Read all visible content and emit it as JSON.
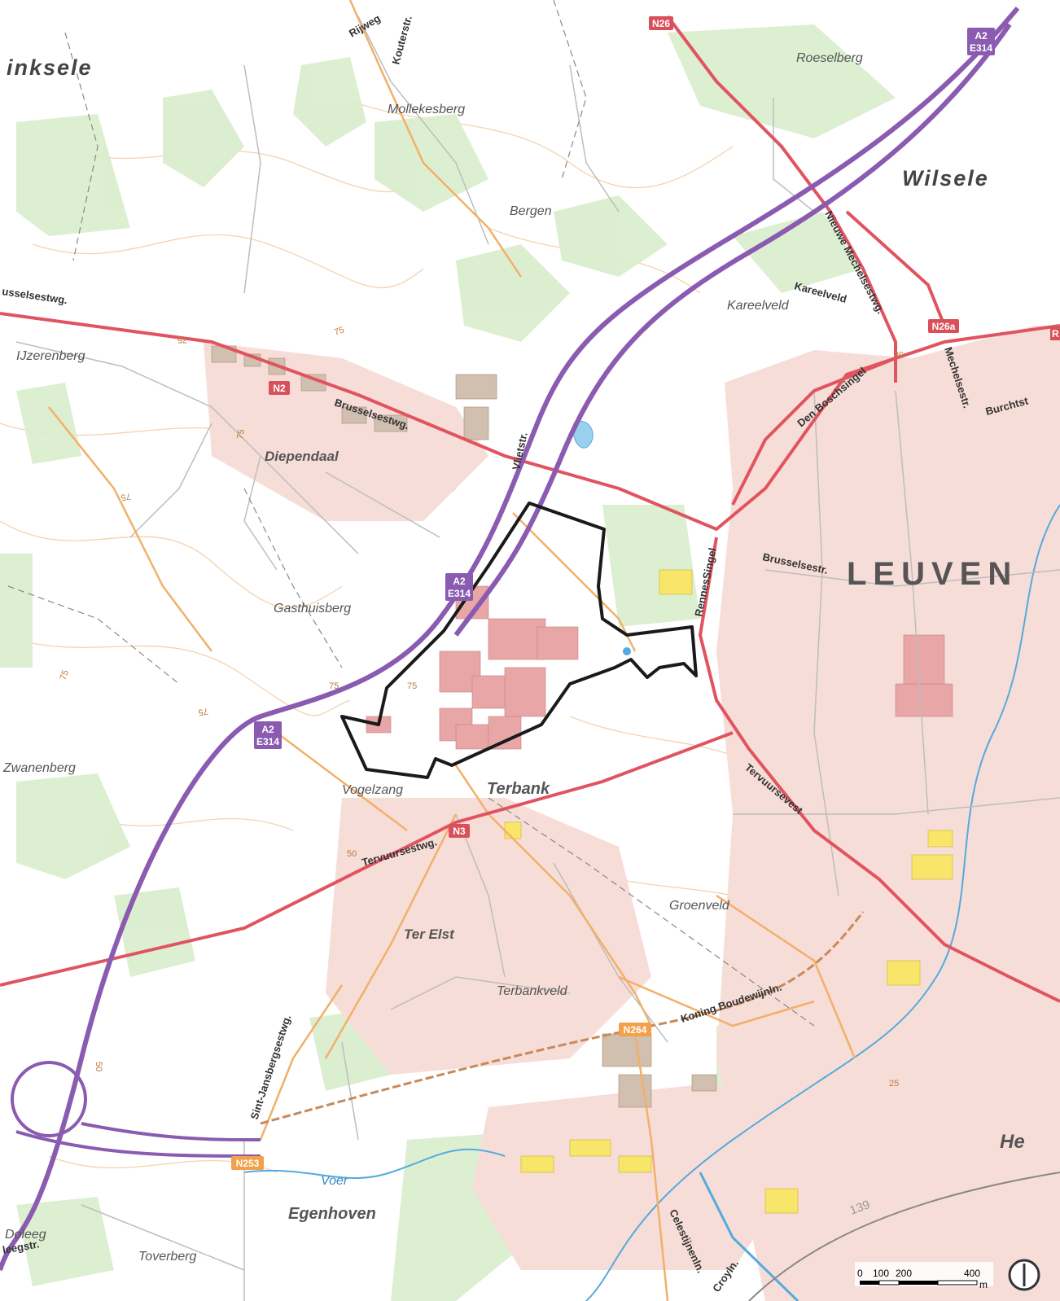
{
  "places": {
    "major": [
      {
        "id": "kampenhout",
        "label": "inksele"
      },
      {
        "id": "wilsele",
        "label": "Wilsele"
      }
    ],
    "city": {
      "label": "LEUVEN"
    },
    "mid": [
      {
        "id": "diependaal",
        "label": "Diependaal"
      },
      {
        "id": "terbank",
        "label": "Terbank"
      },
      {
        "id": "ter-elst",
        "label": "Ter Elst"
      },
      {
        "id": "egenhoven",
        "label": "Egenhoven"
      },
      {
        "id": "he",
        "label": "He"
      }
    ],
    "minor": [
      {
        "id": "roeselberg",
        "label": "Roeselberg"
      },
      {
        "id": "mollekesberg",
        "label": "Mollekesberg"
      },
      {
        "id": "bergen",
        "label": "Bergen"
      },
      {
        "id": "kareelveld",
        "label": "Kareelveld"
      },
      {
        "id": "ijzerenberg",
        "label": "IJzerenberg"
      },
      {
        "id": "gasthuisberg",
        "label": "Gasthuisberg"
      },
      {
        "id": "zwanenberg",
        "label": "Zwanenberg"
      },
      {
        "id": "vogelzang",
        "label": "Vogelzang"
      },
      {
        "id": "groenveld",
        "label": "Groenveld"
      },
      {
        "id": "terbankveld",
        "label": "Terbankveld"
      },
      {
        "id": "toverberg",
        "label": "Toverberg"
      },
      {
        "id": "doleeg",
        "label": "Doleeg"
      }
    ]
  },
  "streets": [
    {
      "id": "rijweg",
      "label": "Rijweg"
    },
    {
      "id": "kouterstr",
      "label": "Kouterstr."
    },
    {
      "id": "brusselsestwg-west",
      "label": "usselsestwg."
    },
    {
      "id": "brusselsestwg",
      "label": "Brusselsestwg."
    },
    {
      "id": "vlietstr",
      "label": "Vlietstr."
    },
    {
      "id": "nieuwe-mechelsestwg",
      "label": "Nieuwe Mechelsestwg."
    },
    {
      "id": "kareelveld-st",
      "label": "Kareelveld"
    },
    {
      "id": "den-boschsingel",
      "label": "Den Boschsingel"
    },
    {
      "id": "mechelsestr",
      "label": "Mechelsestr."
    },
    {
      "id": "burchtstr",
      "label": "Burchtst"
    },
    {
      "id": "brusselsestr",
      "label": "Brusselsestr."
    },
    {
      "id": "rennessingel",
      "label": "RennesSingel"
    },
    {
      "id": "tervuursevest",
      "label": "Tervuursevest"
    },
    {
      "id": "tervuursestwg",
      "label": "Tervuursestwg."
    },
    {
      "id": "koning-boudewijnln",
      "label": "Koning Boudewijnln."
    },
    {
      "id": "sint-jansbergsestwg",
      "label": "Sint-Jansbergsestwg."
    },
    {
      "id": "celestijnenln",
      "label": "Celestijnenln."
    },
    {
      "id": "croyln",
      "label": "Croyln."
    },
    {
      "id": "leegstr",
      "label": "leegstr."
    },
    {
      "id": "voer",
      "label": "Voer"
    }
  ],
  "contours": [
    {
      "id": "c75-a",
      "label": "75"
    },
    {
      "id": "c75-b",
      "label": "75"
    },
    {
      "id": "c75-c",
      "label": "75"
    },
    {
      "id": "c75-d",
      "label": "75"
    },
    {
      "id": "c75-e",
      "label": "75"
    },
    {
      "id": "c75-f",
      "label": "75"
    },
    {
      "id": "c75-g",
      "label": "75"
    },
    {
      "id": "c75-h",
      "label": "75"
    },
    {
      "id": "c50-a",
      "label": "50"
    },
    {
      "id": "c50-b",
      "label": "50"
    },
    {
      "id": "c50-c",
      "label": "50"
    },
    {
      "id": "c25-a",
      "label": "25"
    },
    {
      "id": "c139",
      "label": "139"
    }
  ],
  "shields": [
    {
      "id": "n26",
      "label": "N26",
      "kind": "national"
    },
    {
      "id": "a2-ne",
      "label": "A2\nE314",
      "kind": "motorway"
    },
    {
      "id": "n26a",
      "label": "N26a",
      "kind": "national"
    },
    {
      "id": "n2",
      "label": "N2",
      "kind": "national"
    },
    {
      "id": "a2-mid",
      "label": "A2\nE314",
      "kind": "motorway"
    },
    {
      "id": "a2-sw",
      "label": "A2\nE314",
      "kind": "motorway"
    },
    {
      "id": "n3",
      "label": "N3",
      "kind": "national"
    },
    {
      "id": "n264",
      "label": "N264",
      "kind": "regional"
    },
    {
      "id": "n253",
      "label": "N253",
      "kind": "regional"
    },
    {
      "id": "r-edge",
      "label": "R",
      "kind": "national"
    }
  ],
  "scale": {
    "ticks": [
      "0",
      "100",
      "200",
      "400"
    ],
    "unit": "m"
  },
  "credit": "",
  "colors": {
    "background": "#ffffff",
    "forest": "#d6ecc8",
    "urban": "#f4c9c2",
    "building": "#e8a8a8",
    "motorway": "#8a5bb0",
    "main-road": "#d9505a",
    "secondary-road": "#f2a65a",
    "street": "#b5b5b5",
    "contour": "#f0c89a",
    "water": "#55aadd",
    "boundary": "#1a1a1a",
    "public-building": "#f5e35a"
  }
}
